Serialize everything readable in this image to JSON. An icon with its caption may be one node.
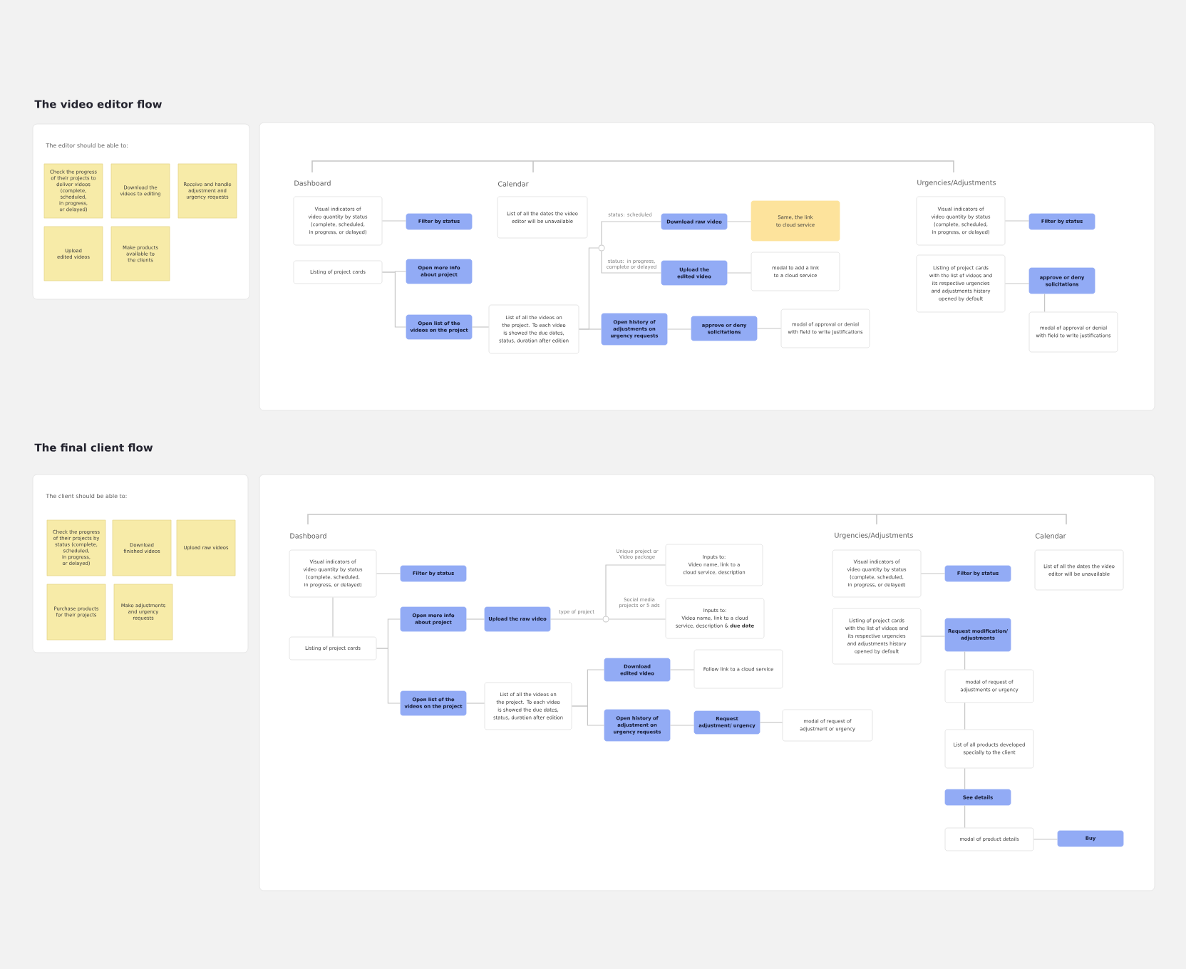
{
  "diagram": {
    "nodes": [
      {
        "text": [
          "The editor should be able to:"
        ]
      },
      {
        "text": [
          "Check the progress of their projects to deliver videos (complete, scheduled, in progress, or delayed)"
        ],
        "in": 0
      },
      {
        "text": [
          "Download the videos to editing"
        ],
        "in": 0
      },
      {
        "text": [
          "Receive and handle adjustment and urgency requests"
        ],
        "in": 0
      },
      {
        "text": [
          "Upload edited videos"
        ],
        "in": 0
      },
      {
        "text": [
          "Make products available to the clients"
        ],
        "in": 0
      },
      {
        "text": [],
        "shape": "box"
      },
      {
        "text": [
          "Visual indicators of video quantity by status (complete, scheduled, in progress, or delayed)"
        ],
        "in": 6
      },
      {
        "text": [
          "Filter by status"
        ],
        "in": 6
      },
      {
        "text": [
          "Listing of project cards"
        ],
        "in": 6
      },
      {
        "text": [
          "Open more info about project"
        ],
        "in": 6
      },
      {
        "text": [
          "Open list of the videos on the project"
        ],
        "in": 6
      },
      {
        "text": [
          "List of all the videos on the project. To each video is showed the due dates, status, duration after edition"
        ],
        "in": 6
      },
      {
        "text": [
          "List of all the dates the video editor will be unavailable"
        ],
        "in": 6
      },
      {
        "text": [],
        "shape": "circle",
        "in": 6
      },
      {
        "text": [
          "Download raw video"
        ],
        "in": 6
      },
      {
        "text": [
          "Same, the link to cloud service"
        ],
        "in": 6
      },
      {
        "text": [
          "Upload the edited video"
        ],
        "in": 6
      },
      {
        "text": [
          "modal to add a link to a cloud service"
        ],
        "in": 6
      },
      {
        "text": [
          "Open history of adjustments on urgency requests"
        ],
        "in": 6
      },
      {
        "text": [
          "approve or deny solicitations"
        ],
        "in": 6
      },
      {
        "text": [
          "modal of approval or denial with field to write justifications"
        ],
        "in": 6
      },
      {
        "text": [
          "Visual indicators of video quantity by status (complete, scheduled, in progress, or delayed)"
        ],
        "in": 6
      },
      {
        "text": [
          "Filter by status"
        ],
        "in": 6
      },
      {
        "text": [
          "Listing of project cards with the list of videos and its respective urgencies and adjustments history opened by default"
        ],
        "in": 6
      },
      {
        "text": [
          "approve or deny solicitations"
        ],
        "in": 6
      },
      {
        "text": [
          "modal of approval or denial with field to write justifications"
        ],
        "in": 6
      },
      {
        "text": [
          "The client should be able to:"
        ]
      },
      {
        "text": [
          "Check the progress of their projects by status (complete, scheduled, in progress, or delayed)"
        ],
        "in": 27
      },
      {
        "text": [
          "Download finished videos"
        ],
        "in": 27
      },
      {
        "text": [
          "Upload raw videos"
        ],
        "in": 27
      },
      {
        "text": [
          "Purchase products for their projects"
        ],
        "in": 27
      },
      {
        "text": [
          "Make adjustments and urgency requests"
        ],
        "in": 27
      },
      {
        "text": [],
        "shape": "box"
      },
      {
        "text": [
          "Visual indicators of video quantity by status (complete, scheduled, in progress, or delayed)"
        ],
        "in": 33
      },
      {
        "text": [
          "Filter by status"
        ],
        "in": 33
      },
      {
        "text": [
          "Listing of project cards"
        ],
        "in": 33
      },
      {
        "text": [
          "Open more info about project"
        ],
        "in": 33
      },
      {
        "text": [
          "Upload the raw video"
        ],
        "in": 33
      },
      {
        "text": [],
        "shape": "circle",
        "in": 33
      },
      {
        "text": [
          "Inputs to:",
          "Video name, link to a cloud service, description"
        ],
        "in": 33
      },
      {
        "text": [
          "Inputs to:",
          "Video name, link to a cloud service, description & **due date**"
        ],
        "in": 33
      },
      {
        "text": [
          "Open list of the videos on the project"
        ],
        "in": 33
      },
      {
        "text": [
          "List of all the videos on the project. To each video is showed the due dates, status, duration after edition"
        ],
        "in": 33
      },
      {
        "text": [
          "Download edited video"
        ],
        "in": 33
      },
      {
        "text": [
          "Follow link to a cloud service"
        ],
        "in": 33
      },
      {
        "text": [
          "Open history of adjustment on urgency requests"
        ],
        "in": 33
      },
      {
        "text": [
          "Request adjustment/ urgency"
        ],
        "in": 33
      },
      {
        "text": [
          "modal of request of adjustment or urgency"
        ],
        "in": 33
      },
      {
        "text": [
          "Visual indicators of video quantity by status (complete, scheduled, in progress, or delayed)"
        ],
        "in": 33
      },
      {
        "text": [
          "Filter by status"
        ],
        "in": 33
      },
      {
        "text": [
          "Listing of project cards with the list of videos and its respective urgencies and adjustments history opened by default"
        ],
        "in": 33
      },
      {
        "text": [
          "Request modification/ adjustments"
        ],
        "in": 33
      },
      {
        "text": [
          "modal of request of adjustments or urgency"
        ],
        "in": 33
      },
      {
        "text": [
          "List of all products developed specially to the client"
        ],
        "in": 33
      },
      {
        "text": [
          "See details"
        ],
        "in": 33
      },
      {
        "text": [
          "modal of product details"
        ],
        "in": 33
      },
      {
        "text": [
          "Buy"
        ],
        "in": 33
      },
      {
        "text": [
          "List of all the dates the video editor will be unavailable"
        ],
        "in": 33
      }
    ],
    "edges": [
      {
        "from": 7,
        "to": 8,
        "arrow": "none"
      },
      {
        "from": 9,
        "to": 10,
        "arrow": "none"
      },
      {
        "from": 9,
        "to": 11,
        "arrow": "none"
      },
      {
        "from": 11,
        "to": 12,
        "arrow": "none"
      },
      {
        "from": 12,
        "to": 14,
        "arrow": "none"
      },
      {
        "from": 14,
        "to": 15,
        "arrow": "none",
        "label": "status: scheduled"
      },
      {
        "from": 14,
        "to": 17,
        "arrow": "none",
        "label": "status: in progress, complete or delayed"
      },
      {
        "from": 12,
        "to": 19,
        "arrow": "none"
      },
      {
        "from": 15,
        "to": 16,
        "arrow": "none"
      },
      {
        "from": 17,
        "to": 18,
        "arrow": "none"
      },
      {
        "from": 19,
        "to": 20,
        "arrow": "none"
      },
      {
        "from": 20,
        "to": 21,
        "arrow": "none"
      },
      {
        "from": 22,
        "to": 23,
        "arrow": "none"
      },
      {
        "from": 24,
        "to": 25,
        "arrow": "none"
      },
      {
        "from": 25,
        "to": 26,
        "arrow": "none"
      },
      {
        "from": 34,
        "to": 35,
        "arrow": "none"
      },
      {
        "from": 34,
        "to": 36,
        "arrow": "none"
      },
      {
        "from": 36,
        "to": 37,
        "arrow": "none"
      },
      {
        "from": 36,
        "to": 42,
        "arrow": "none"
      },
      {
        "from": 37,
        "to": 38,
        "arrow": "none"
      },
      {
        "from": 38,
        "to": 39,
        "arrow": "none",
        "label": "type of project"
      },
      {
        "from": 39,
        "to": 40,
        "arrow": "none",
        "label": "Unique project or Video package"
      },
      {
        "from": 39,
        "to": 41,
        "arrow": "none",
        "label": "Social media projects or 5 ads"
      },
      {
        "from": 42,
        "to": 43,
        "arrow": "none"
      },
      {
        "from": 43,
        "to": 44,
        "arrow": "none"
      },
      {
        "from": 43,
        "to": 46,
        "arrow": "none"
      },
      {
        "from": 44,
        "to": 45,
        "arrow": "none"
      },
      {
        "from": 46,
        "to": 47,
        "arrow": "none"
      },
      {
        "from": 47,
        "to": 48,
        "arrow": "none"
      },
      {
        "from": 49,
        "to": 50,
        "arrow": "none"
      },
      {
        "from": 51,
        "to": 52,
        "arrow": "none"
      },
      {
        "from": 52,
        "to": 53,
        "arrow": "none"
      },
      {
        "from": 53,
        "to": 54,
        "arrow": "none"
      },
      {
        "from": 54,
        "to": 55,
        "arrow": "none"
      },
      {
        "from": 55,
        "to": 56,
        "arrow": "none"
      },
      {
        "from": 56,
        "to": 57,
        "arrow": "none"
      }
    ],
    "labels": [
      "The video editor flow",
      "Dashboard",
      "Calendar",
      "Urgencies/Adjustments",
      "The final client flow",
      "Dashboard",
      "Urgencies/Adjustments",
      "Calendar"
    ]
  }
}
